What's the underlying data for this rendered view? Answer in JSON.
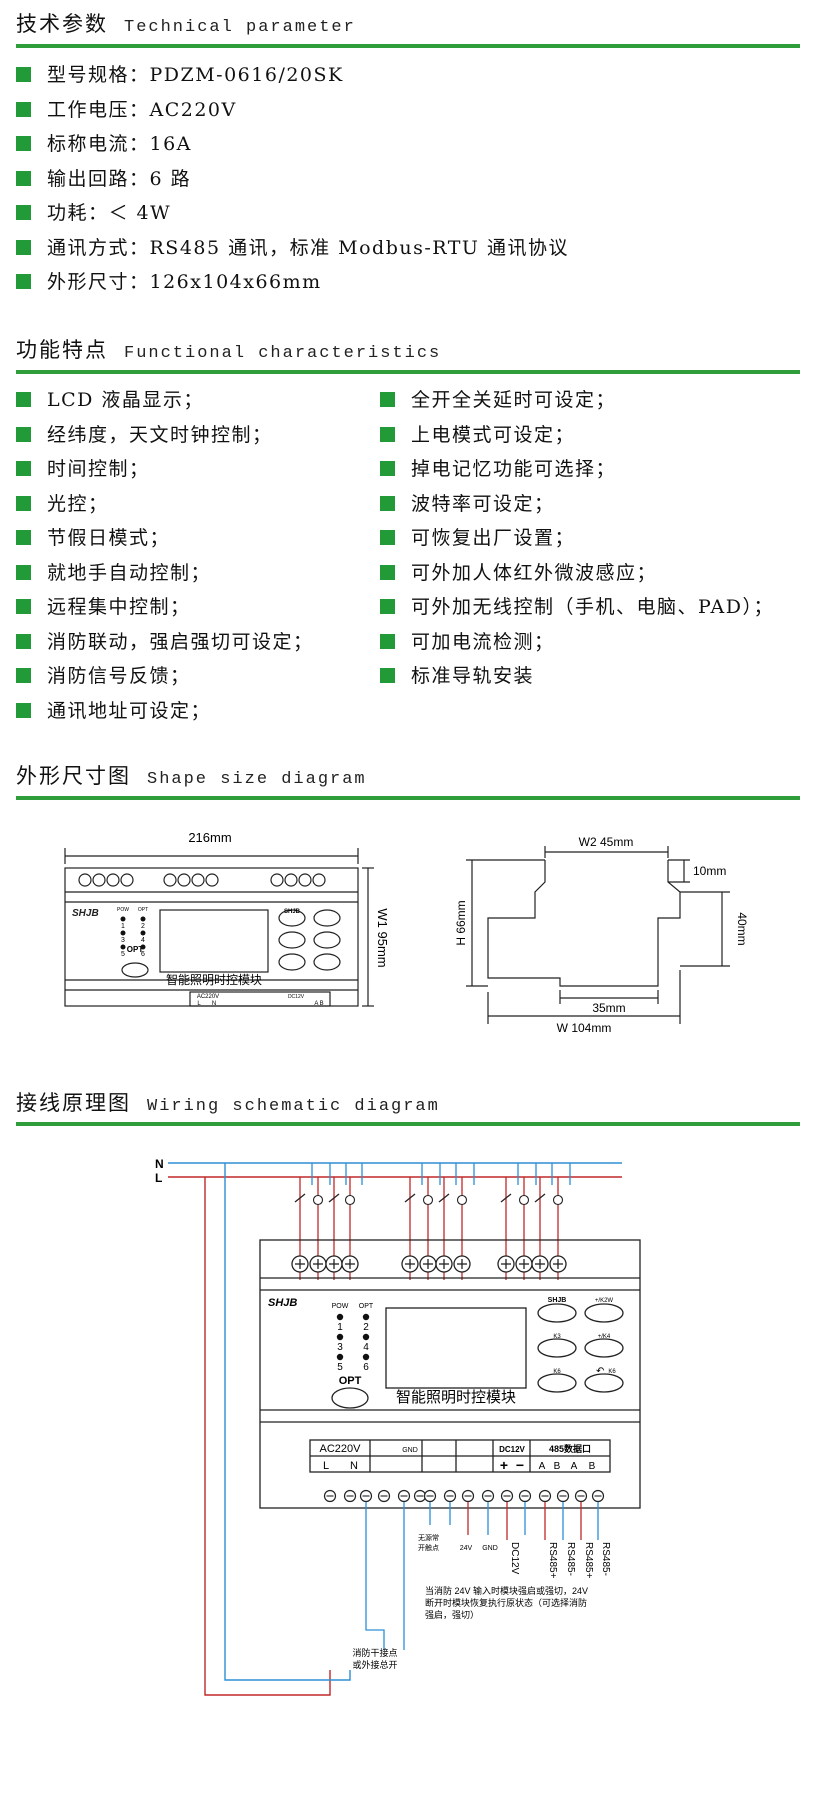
{
  "colors": {
    "accent": "#2e9d3a",
    "bullet": "#229a37",
    "phase_wire": "#c0282a",
    "neutral_wire": "#2d8fd6"
  },
  "tech": {
    "title_zh": "技术参数",
    "title_en": "Technical parameter",
    "items": [
      "型号规格：PDZM-0616/20SK",
      "工作电压：AC220V",
      "标称电流：16A",
      "输出回路：6 路",
      "功耗：＜ 4W",
      "通讯方式：RS485 通讯，标准 Modbus-RTU 通讯协议",
      "外形尺寸：126x104x66mm"
    ]
  },
  "features": {
    "title_zh": "功能特点",
    "title_en": "Functional characteristics",
    "left": [
      "LCD 液晶显示；",
      "经纬度，天文时钟控制；",
      "时间控制；",
      "光控；",
      "节假日模式；",
      "就地手自动控制；",
      "远程集中控制；",
      "消防联动，强启强切可设定；",
      "消防信号反馈；",
      "通讯地址可设定；"
    ],
    "right": [
      "全开全关延时可设定；",
      "上电模式可设定；",
      "掉电记忆功能可选择；",
      "波特率可设定；",
      "可恢复出厂设置；",
      "可外加人体红外微波感应；",
      "可外加无线控制（手机、电脑、PAD）；",
      "可加电流检测；",
      "标准导轨安装"
    ]
  },
  "shape": {
    "title_zh": "外形尺寸图",
    "title_en": "Shape size diagram",
    "front": {
      "width_label": "216mm",
      "height_label": "W1 95mm",
      "brand": "SHJB",
      "brand_button": "SHJB",
      "module_name": "智能照明时控模块",
      "opt": "OPT",
      "pow": "POW",
      "opt_small": "OPT",
      "led_nums": [
        "1",
        "2",
        "3",
        "4",
        "5",
        "6"
      ],
      "terminal_ac": "AC220V",
      "terminal_l": "L",
      "terminal_n": "N",
      "terminal_dc": "DC12V",
      "terminal_ab": "A B"
    },
    "side": {
      "w2": "W2 45mm",
      "h": "H 66mm",
      "ten": "10mm",
      "forty": "40mm",
      "rail": "35mm",
      "w": "W  104mm"
    }
  },
  "wiring": {
    "title_zh": "接线原理图",
    "title_en": "Wiring schematic diagram",
    "n_label": "N",
    "l_label": "L",
    "brand": "SHJB",
    "brand_button": "SHJB",
    "pow": "POW",
    "opt_small": "OPT",
    "led_nums": [
      "1",
      "2",
      "3",
      "4",
      "5",
      "6"
    ],
    "opt": "OPT",
    "module_name": "智能照明时控模块",
    "btn_labels": [
      "+/K2W",
      "K3",
      "+/K4",
      "K6",
      "K6"
    ],
    "term_ac": "AC220V",
    "term_l": "L",
    "term_n": "N",
    "term_gnd": "GND",
    "term_dc": "DC12V",
    "term_485": "485数据口",
    "term_a1": "A",
    "term_b1": "B",
    "term_a2": "A",
    "term_b2": "B",
    "fire_in": "消防干接点\n或外接总开",
    "no_contact": "无源常\n开触点",
    "v24": "24V",
    "gnd": "GND",
    "dc12v": "DC12V",
    "rs485a": "RS485+",
    "rs485b": "RS485-",
    "rs485c": "RS485+",
    "rs485d": "RS485-",
    "note": "当消防 24V 输入时模块强启或强切，24V\n断开时模块恢复执行原状态（可选择消防\n强启，强切）"
  }
}
